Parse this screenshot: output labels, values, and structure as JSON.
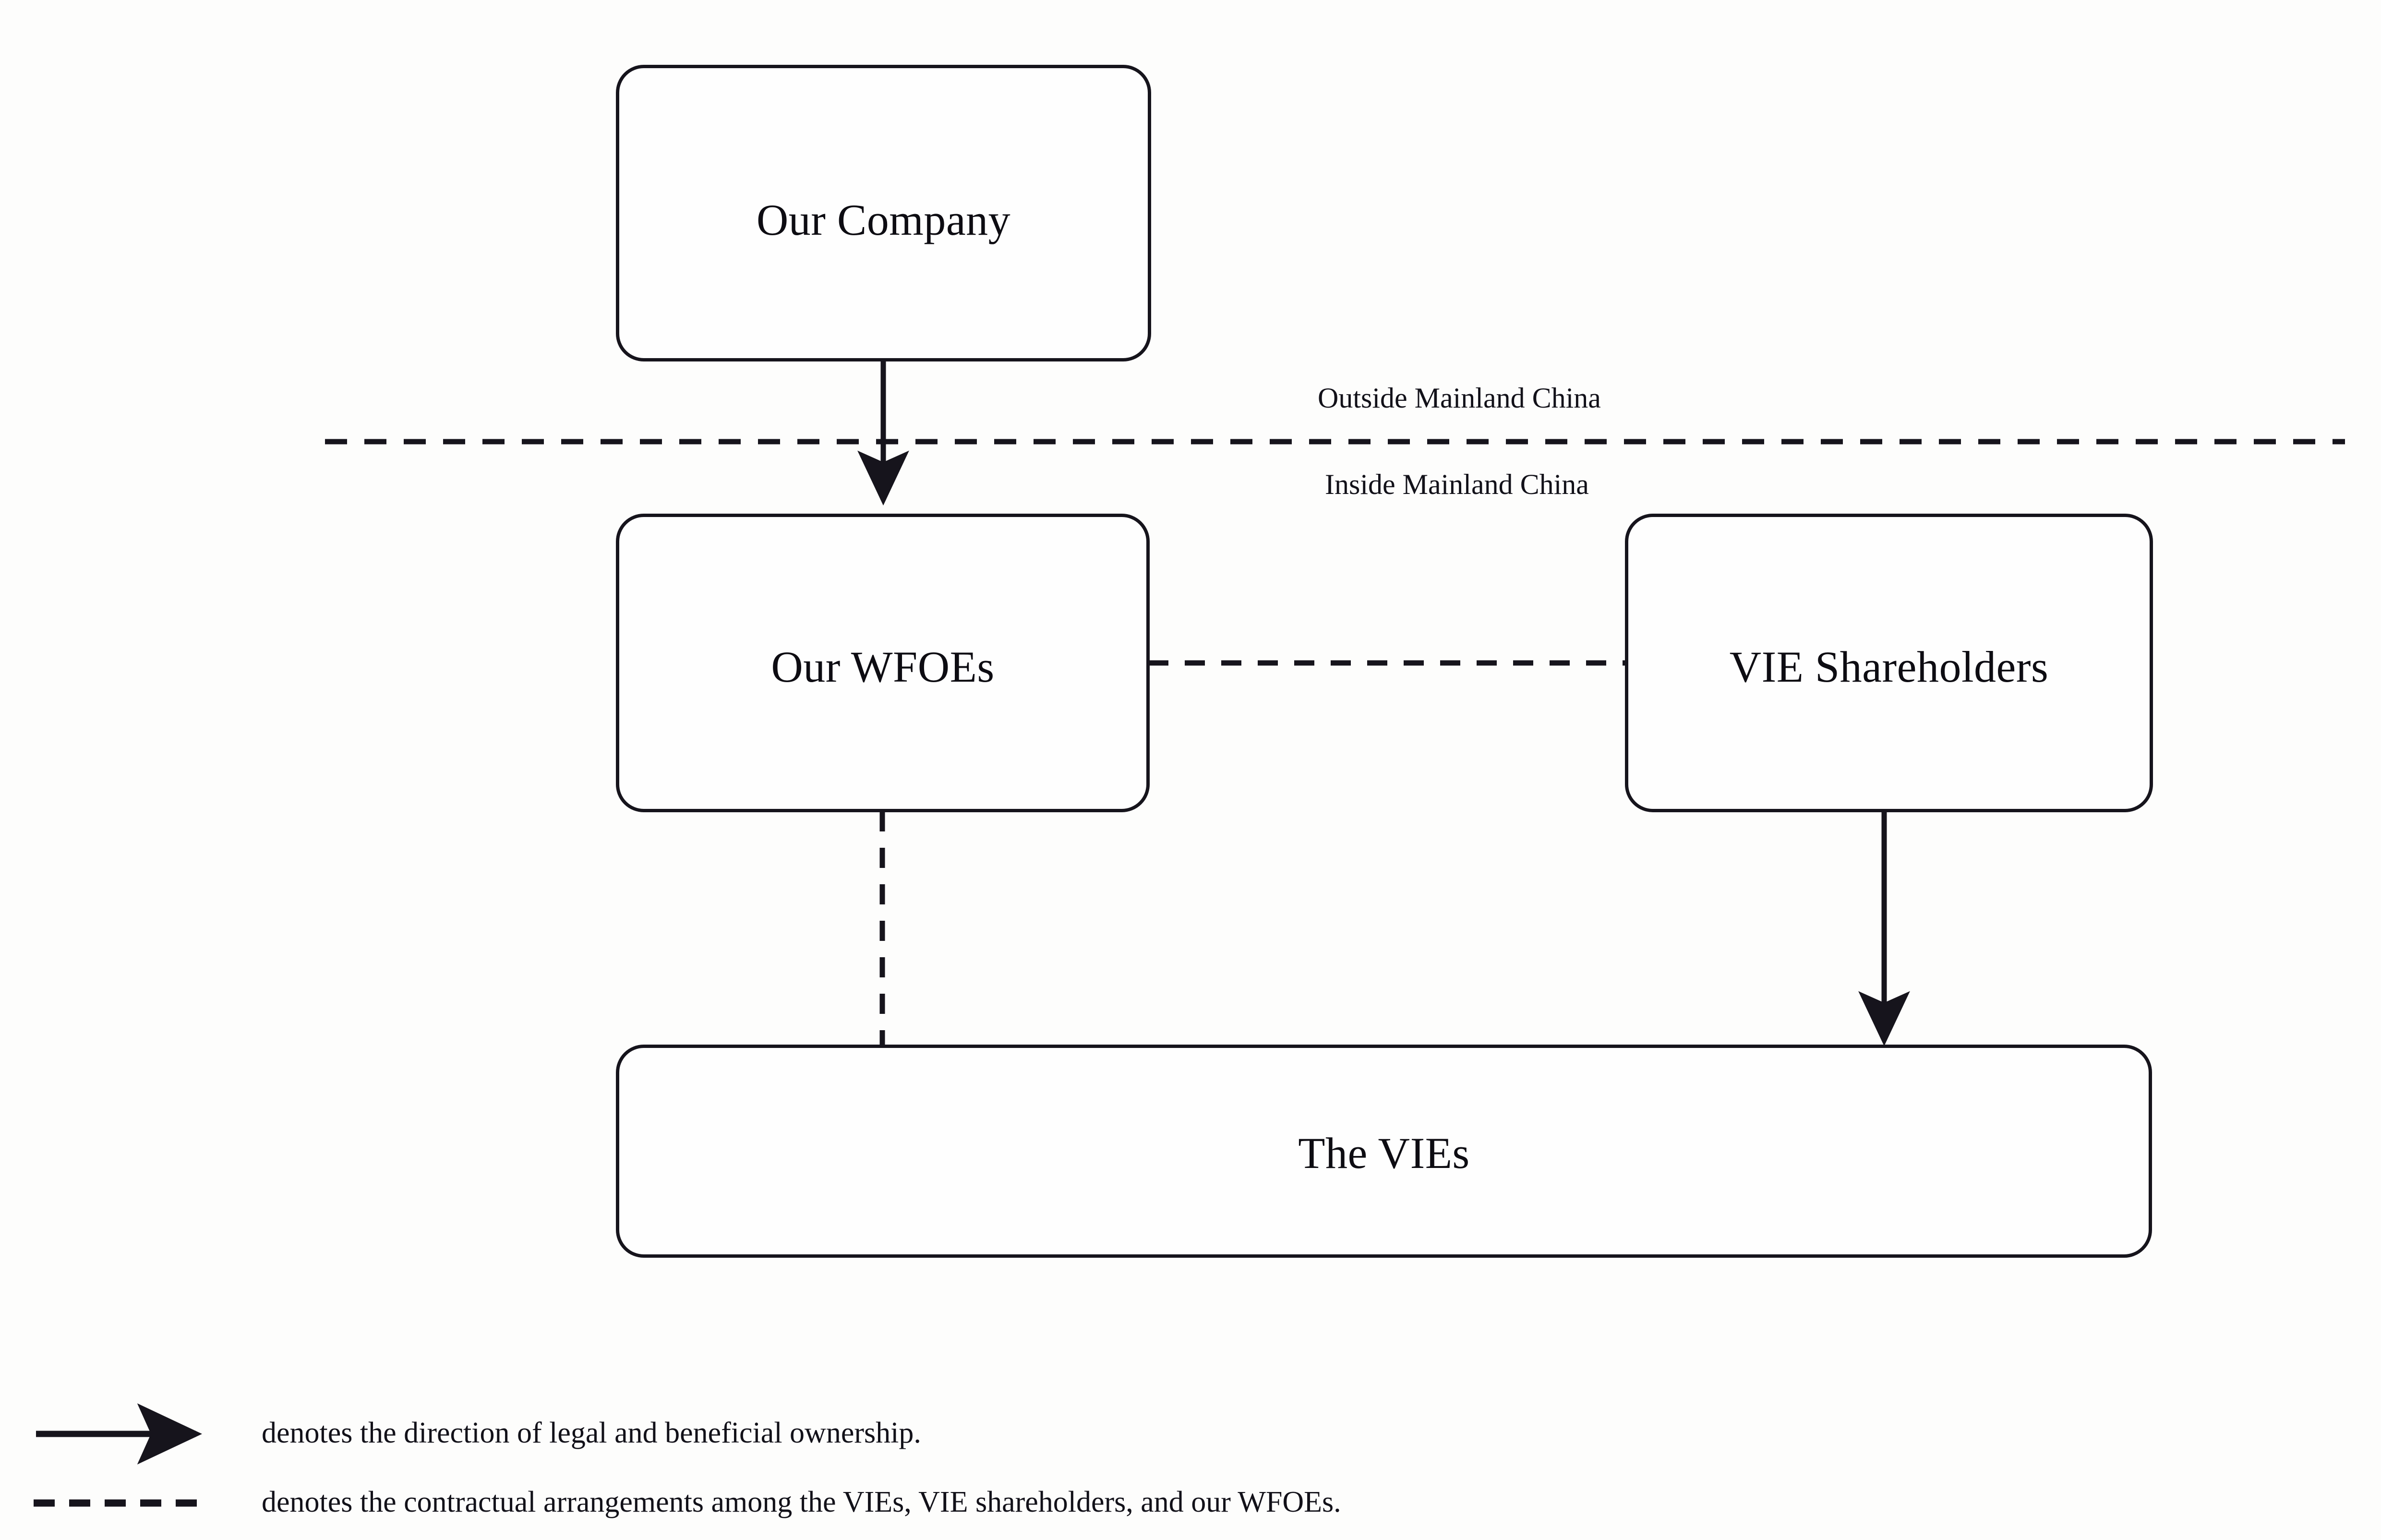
{
  "diagram": {
    "type": "org-chart",
    "nodes": [
      {
        "id": "our-company",
        "label": "Our Company",
        "region": "outside-mainland-china"
      },
      {
        "id": "our-wfoes",
        "label": "Our WFOEs",
        "region": "inside-mainland-china"
      },
      {
        "id": "vie-shareholders",
        "label": "VIE Shareholders",
        "region": "inside-mainland-china"
      },
      {
        "id": "the-vies",
        "label": "The VIEs",
        "region": "inside-mainland-china"
      }
    ],
    "region_labels": {
      "outside": "Outside Mainland China",
      "inside": "Inside Mainland China"
    },
    "edges": [
      {
        "from": "our-company",
        "to": "our-wfoes",
        "style": "solid",
        "arrow": true,
        "meaning": "ownership"
      },
      {
        "from": "vie-shareholders",
        "to": "the-vies",
        "style": "solid",
        "arrow": true,
        "meaning": "ownership"
      },
      {
        "from": "our-wfoes",
        "to": "vie-shareholders",
        "style": "dashed",
        "arrow": false,
        "meaning": "contractual"
      },
      {
        "from": "our-wfoes",
        "to": "the-vies",
        "style": "dashed",
        "arrow": false,
        "meaning": "contractual"
      }
    ],
    "colors": {
      "stroke": "#16141c",
      "text": "#0d0c12",
      "background": "#fdfdfc"
    }
  },
  "legend": {
    "items": [
      {
        "marker": "solid-arrow",
        "text": "denotes the direction of legal and beneficial ownership."
      },
      {
        "marker": "dashed-line",
        "text": "denotes the contractual arrangements among the VIEs, VIE shareholders, and our WFOEs."
      }
    ]
  }
}
